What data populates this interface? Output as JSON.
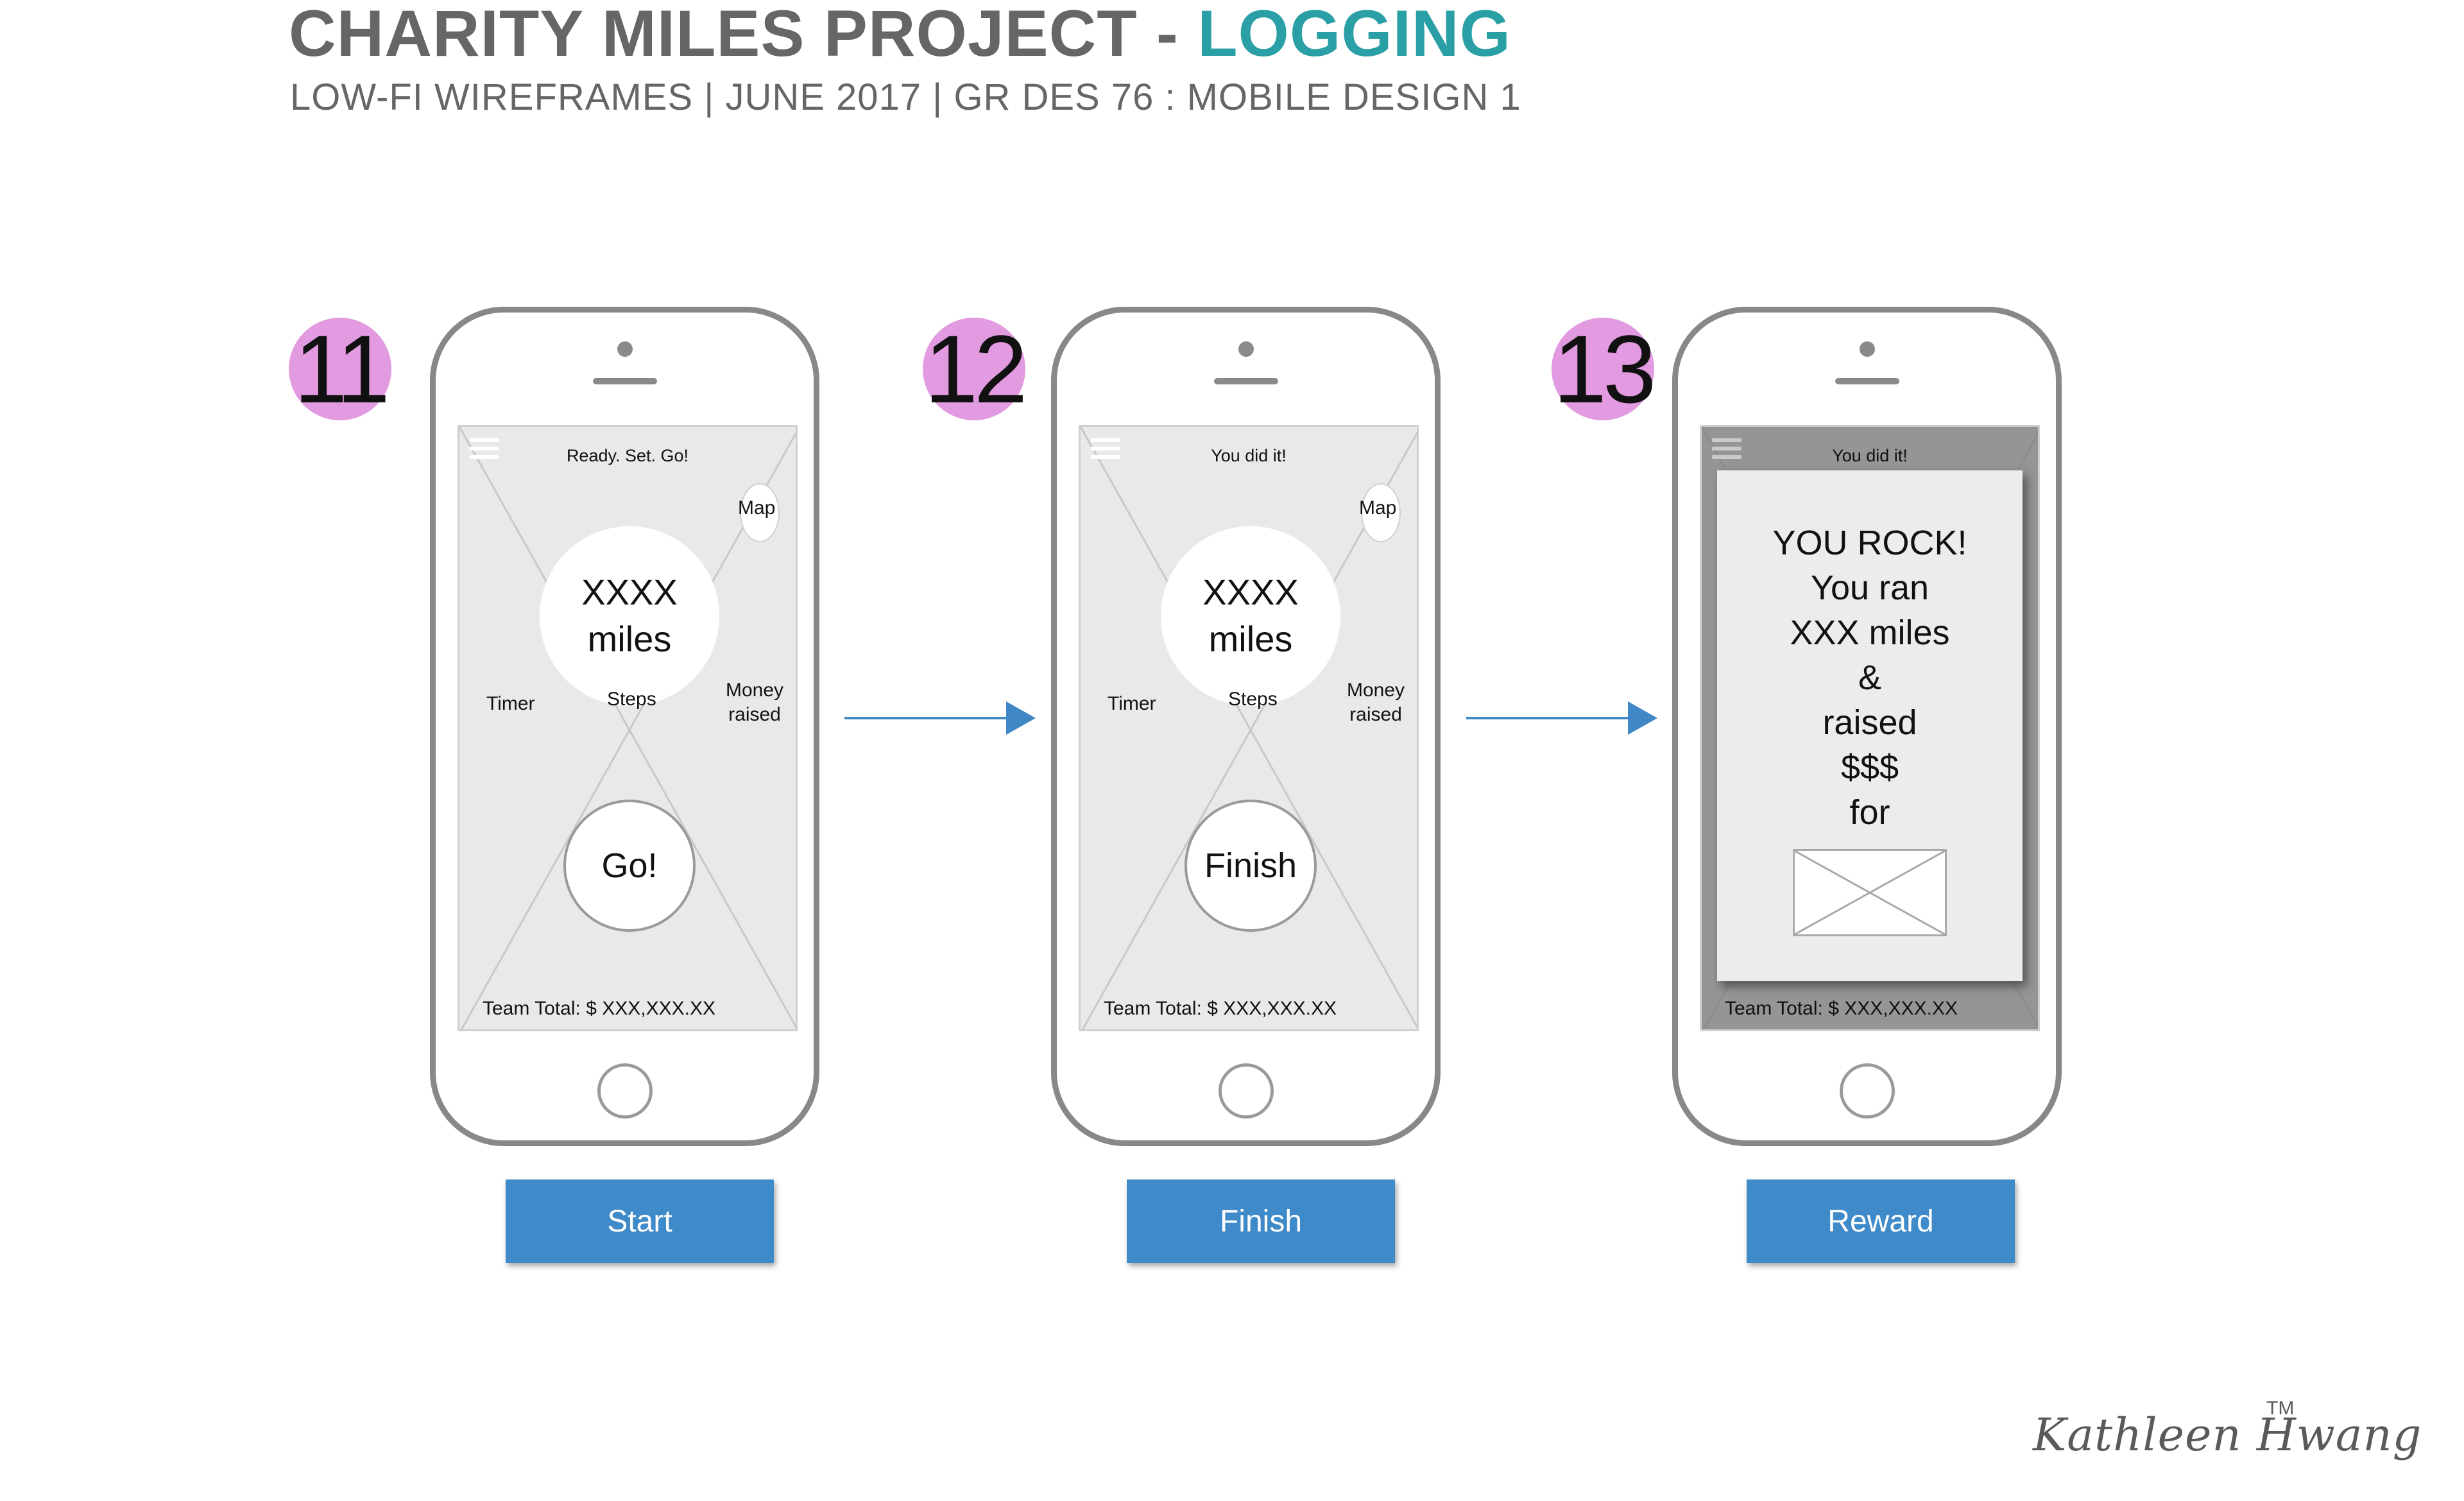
{
  "header": {
    "title_main": "CHARITY MILES PROJECT - ",
    "title_accent": "LOGGING",
    "subtitle": "LOW-FI WIREFRAMES | JUNE 2017 | GR DES 76 : MOBILE DESIGN 1"
  },
  "colors": {
    "title_gray": "#666666",
    "accent_teal": "#2aa0a6",
    "badge_pink": "#e29ae0",
    "button_blue": "#3f8ac8",
    "arrow_blue": "#3f88c5"
  },
  "screens": [
    {
      "step": "11",
      "status": "Ready. Set. Go!",
      "map": "Map",
      "miles_line1": "XXXX",
      "miles_line2": "miles",
      "timer": "Timer",
      "steps": "Steps",
      "money_line1": "Money",
      "money_line2": "raised",
      "action": "Go!",
      "team_total": "Team Total: $ XXX,XXX.XX",
      "button": "Start"
    },
    {
      "step": "12",
      "status": "You did it!",
      "map": "Map",
      "miles_line1": "XXXX",
      "miles_line2": "miles",
      "timer": "Timer",
      "steps": "Steps",
      "money_line1": "Money",
      "money_line2": "raised",
      "action": "Finish",
      "team_total": "Team Total: $ XXX,XXX.XX",
      "button": "Finish"
    },
    {
      "step": "13",
      "status": "You did it!",
      "modal_lines": [
        "YOU ROCK!",
        "You ran",
        "XXX miles",
        "&",
        "raised",
        "$$$",
        "for"
      ],
      "team_total": "Team Total: $ XXX,XXX.XX",
      "button": "Reward"
    }
  ],
  "signature": "Kathleen Hwang",
  "trademark": "TM",
  "icons": {
    "menu": "hamburger-menu-icon",
    "image_placeholder": "image-placeholder-icon",
    "arrow": "arrow-right-icon"
  }
}
